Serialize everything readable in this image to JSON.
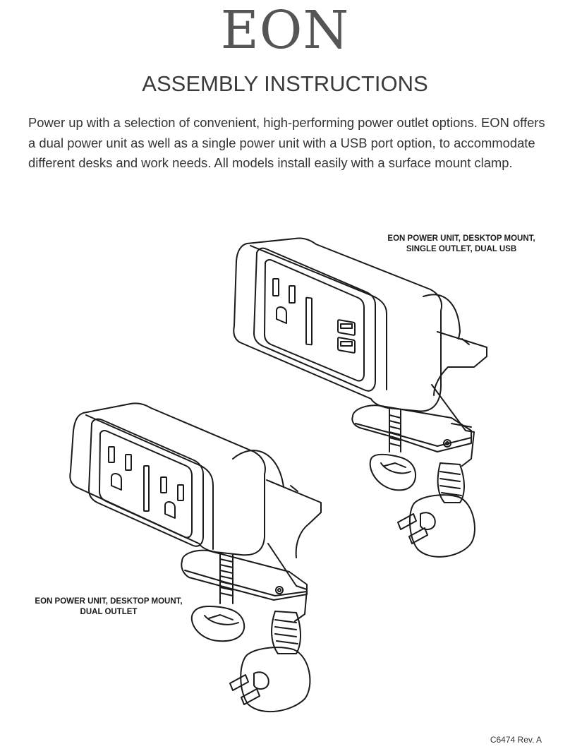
{
  "header": {
    "brand": "EON",
    "title": "ASSEMBLY INSTRUCTIONS"
  },
  "intro": {
    "lines": [
      "Power up with a selection of convenient, high-performing power outlet options. EON offers",
      "a dual power unit as well as a single power unit with a USB port option, to accommodate",
      "different desks and work needs. All models install easily with a surface mount clamp."
    ]
  },
  "figures": {
    "single_unit_caption": [
      "EON POWER UNIT, DESKTOP MOUNT,",
      "SINGLE OUTLET, DUAL USB"
    ],
    "dual_unit_caption": [
      "EON POWER UNIT, DESKTOP MOUNT,",
      "DUAL OUTLET"
    ]
  },
  "footer": {
    "doc_number": "C6474 Rev. A"
  },
  "colors": {
    "text": "#333333",
    "brand": "#555555",
    "line_art": "#1a1a1a"
  }
}
